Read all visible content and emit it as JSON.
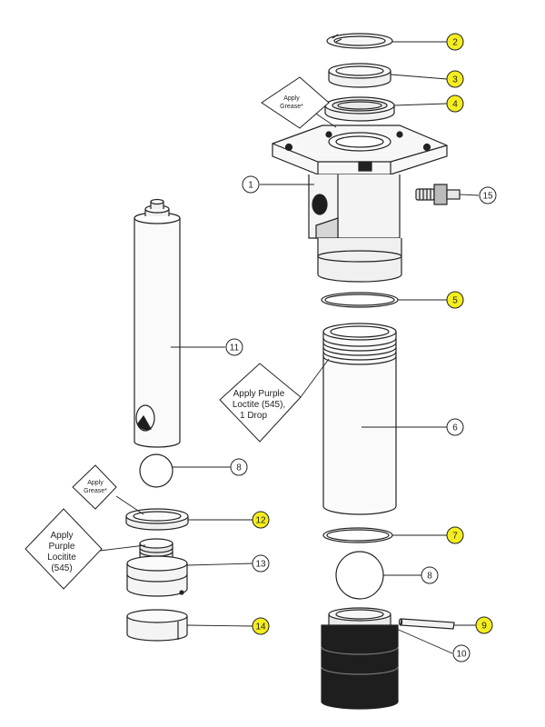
{
  "colors": {
    "highlight_bubble": "#f5ee1f",
    "plain_bubble": "#ffffff",
    "line": "#222222",
    "part_fill": "#f7f7f7",
    "dark_part": "#1e1e1e"
  },
  "callouts": [
    {
      "id": "1",
      "highlighted": false
    },
    {
      "id": "2",
      "highlighted": true
    },
    {
      "id": "3",
      "highlighted": true
    },
    {
      "id": "4",
      "highlighted": true
    },
    {
      "id": "5",
      "highlighted": true
    },
    {
      "id": "6",
      "highlighted": false
    },
    {
      "id": "7",
      "highlighted": true
    },
    {
      "id": "8",
      "highlighted": false
    },
    {
      "id": "8",
      "highlighted": false
    },
    {
      "id": "9",
      "highlighted": true
    },
    {
      "id": "10",
      "highlighted": false
    },
    {
      "id": "11",
      "highlighted": false
    },
    {
      "id": "12",
      "highlighted": true
    },
    {
      "id": "13",
      "highlighted": false
    },
    {
      "id": "14",
      "highlighted": true
    },
    {
      "id": "15",
      "highlighted": false
    }
  ],
  "notes": {
    "grease_top": [
      "Apply",
      "Grease*"
    ],
    "loctite_center": [
      "Apply Purple",
      "Loctite (545),",
      "1 Drop"
    ],
    "grease_left": [
      "Apply",
      "Grease*"
    ],
    "loctite_left": [
      "Apply",
      "Purple",
      "Locitite",
      "(545)"
    ]
  }
}
